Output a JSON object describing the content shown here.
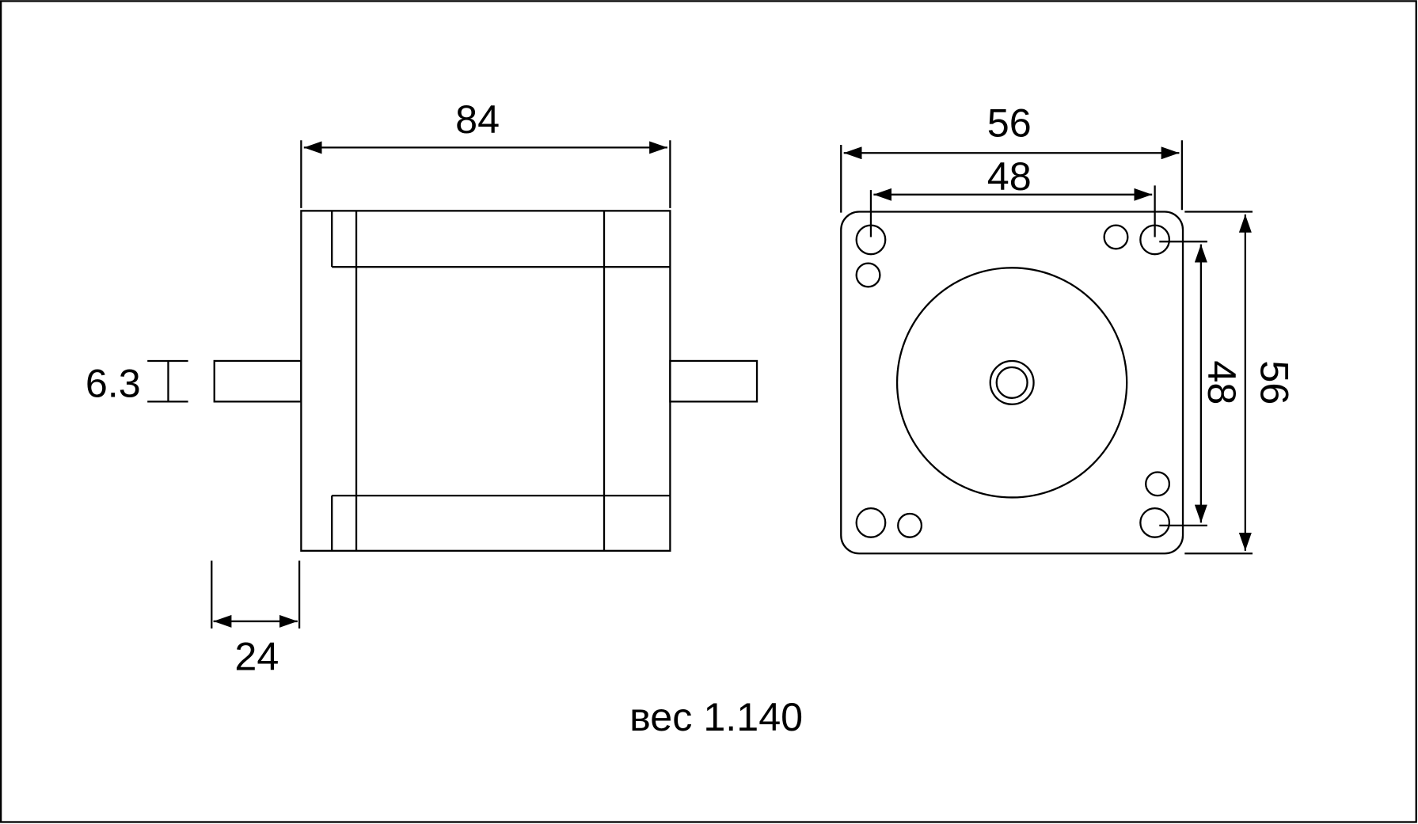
{
  "drawing": {
    "side_view": {
      "length_label": "84",
      "shaft_diameter_label": "6.3",
      "shaft_length_label": "24"
    },
    "front_view": {
      "flange_width_label": "56",
      "hole_spacing_label": "48",
      "hole_spacing_vertical_label": "48",
      "flange_height_label": "56"
    },
    "weight_label": "вес 1.140"
  }
}
